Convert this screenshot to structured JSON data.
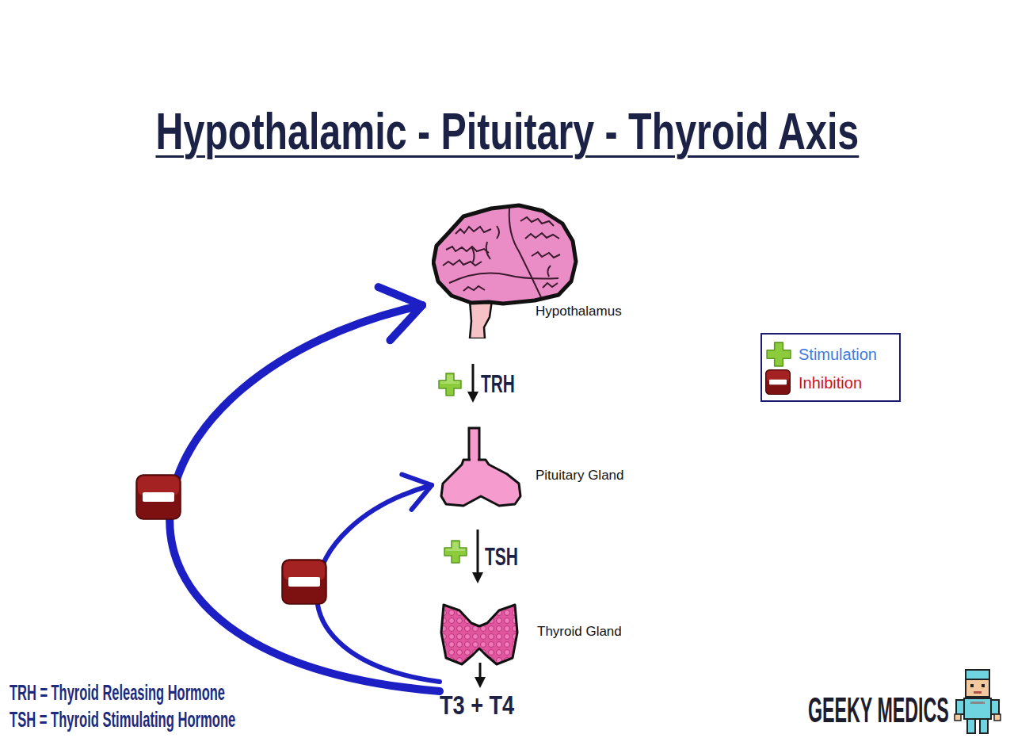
{
  "diagram": {
    "title": "Hypothalamic - Pituitary - Thyroid Axis",
    "nodes": [
      {
        "text": [
          "Hypothalamus"
        ]
      },
      {
        "text": [
          "Pituitary Gland"
        ]
      },
      {
        "text": [
          "Thyroid Gland"
        ]
      },
      {
        "text": [
          "T3 + T4"
        ]
      }
    ],
    "edges": [
      {
        "from": 0,
        "to": 1,
        "label": "TRH",
        "arrow": "to"
      },
      {
        "from": 1,
        "to": 2,
        "label": "TSH",
        "arrow": "to"
      },
      {
        "from": 2,
        "to": 3,
        "arrow": "to"
      },
      {
        "from": 3,
        "to": 0,
        "arrow": "to"
      },
      {
        "from": 3,
        "to": 1,
        "arrow": "to"
      }
    ],
    "labels": [
      "TRH = Thyroid Releasing Hormone",
      "TSH = Thyroid Stimulating Hormone",
      "GEEKY MEDICS"
    ],
    "legend": [
      {
        "text": "Stimulation"
      },
      {
        "text": "Inhibition"
      }
    ]
  }
}
